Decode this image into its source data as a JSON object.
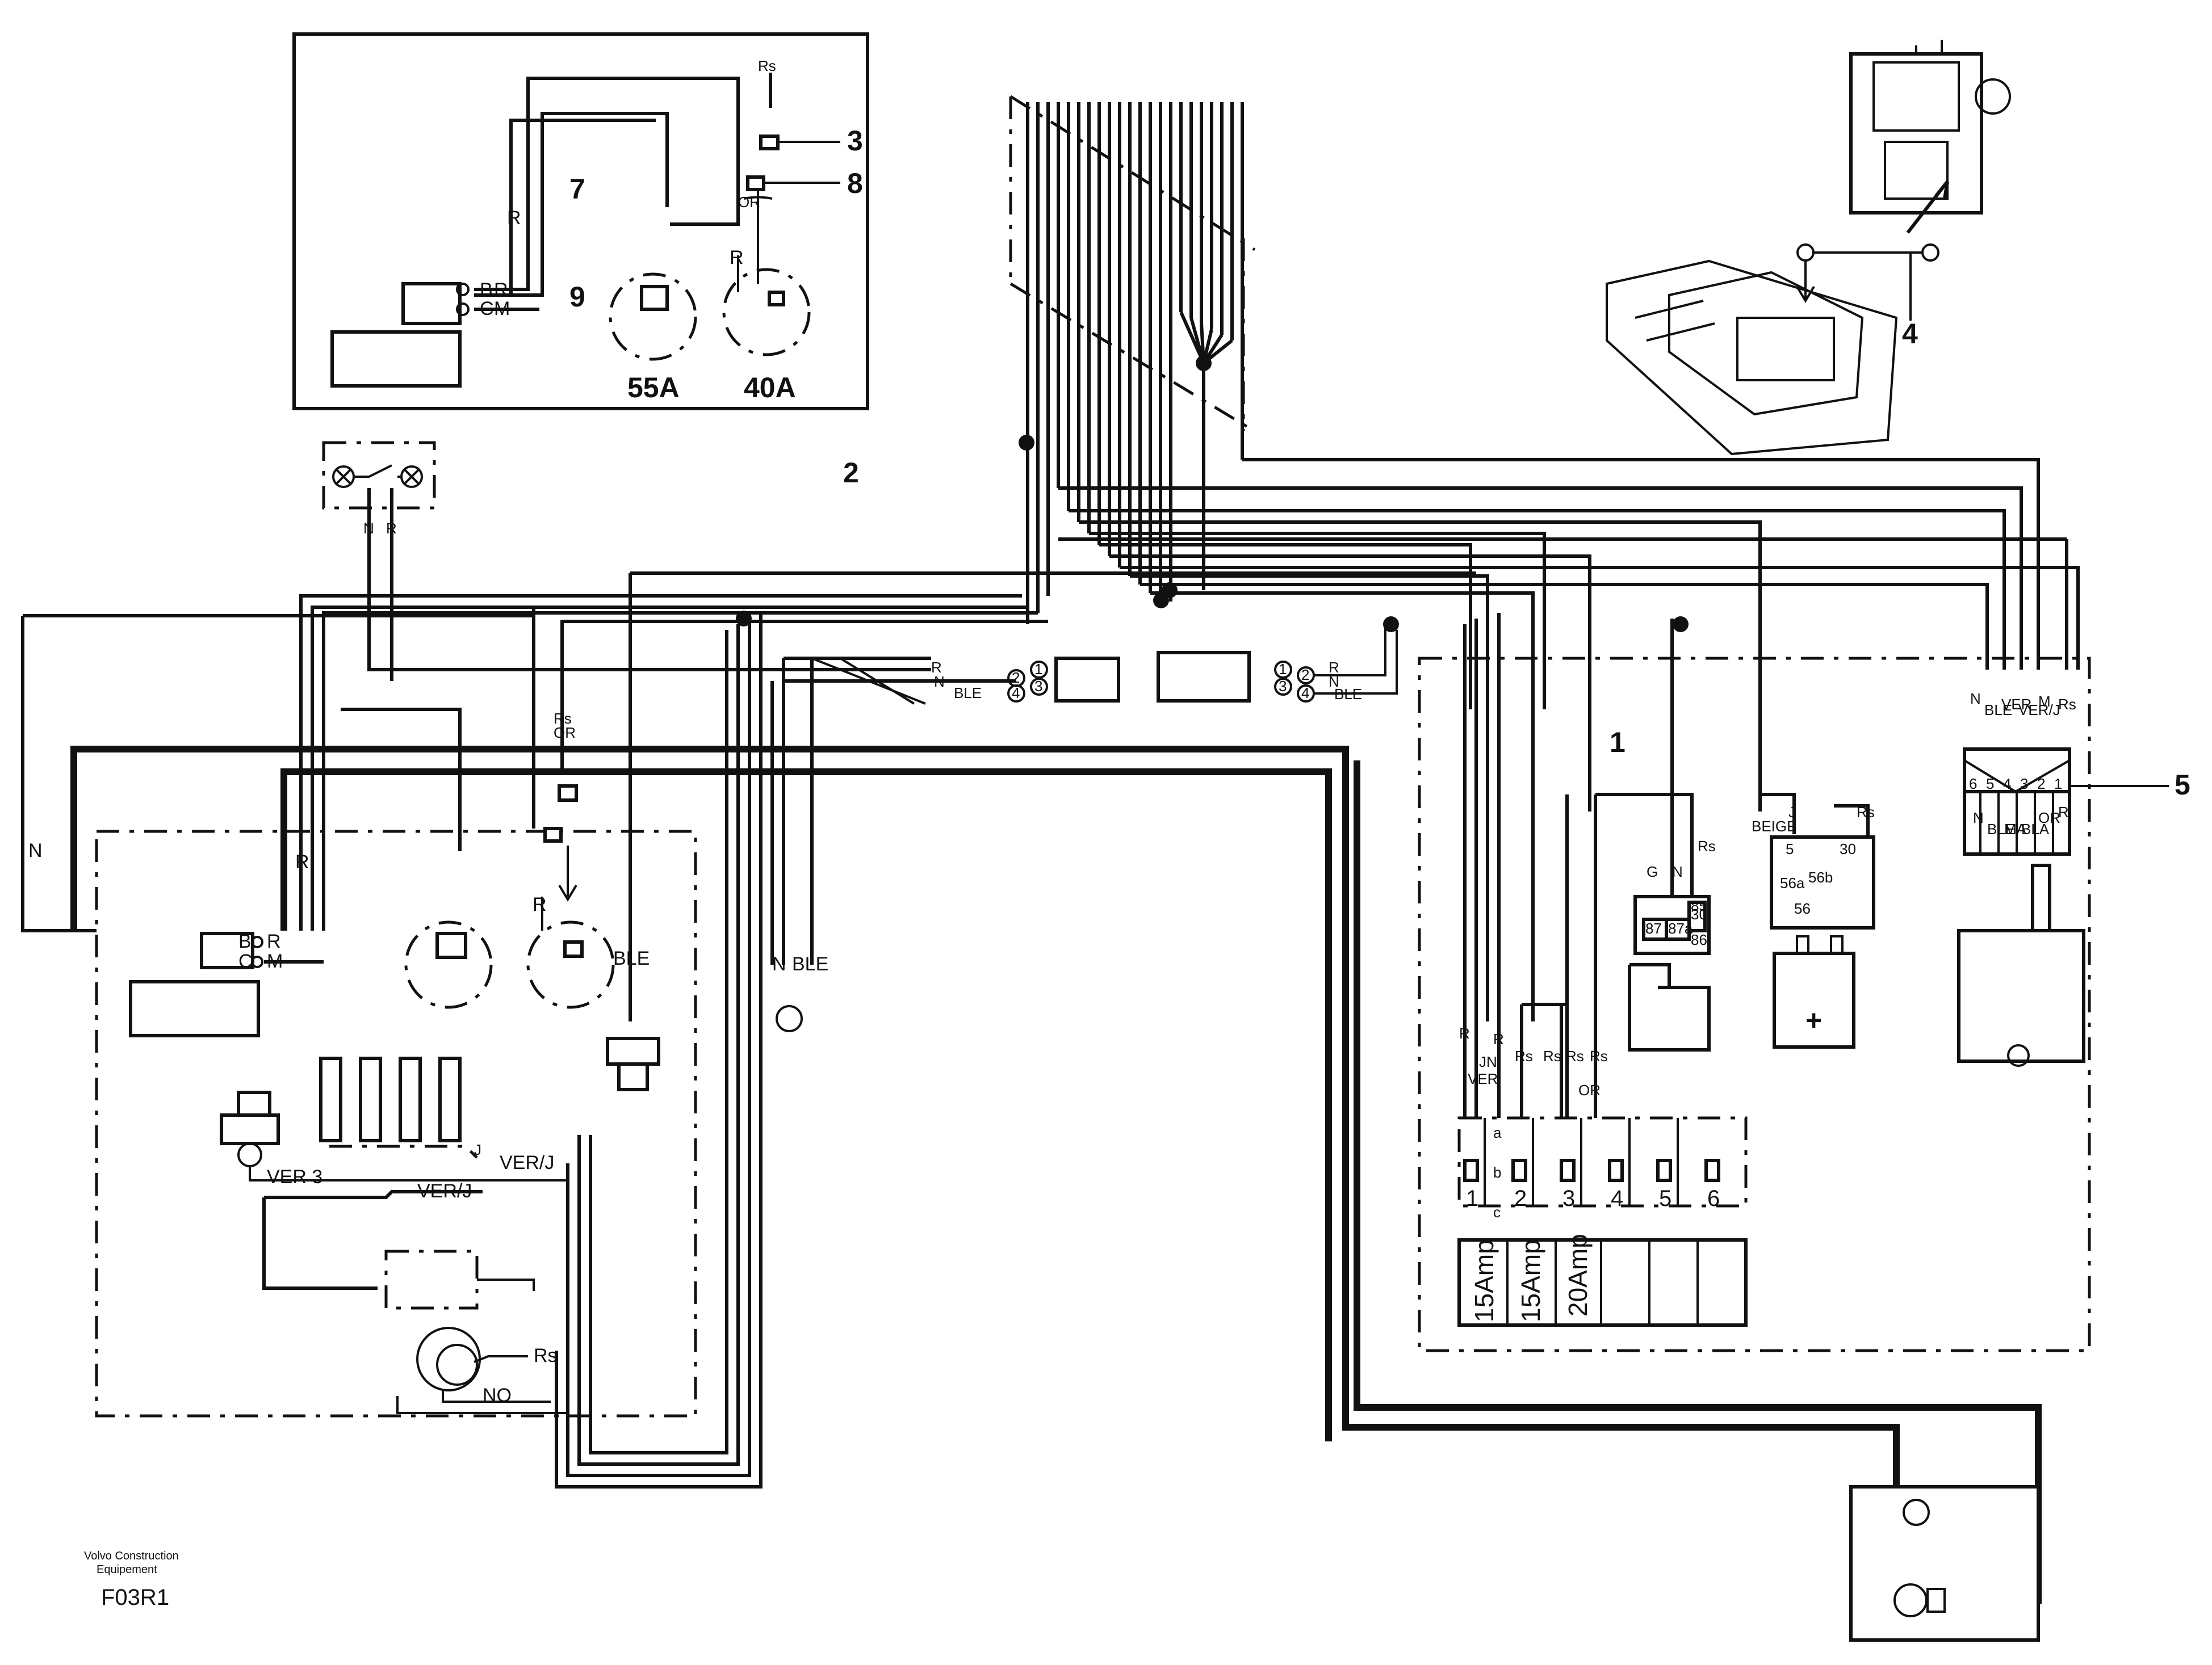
{
  "callouts": {
    "c1": "1",
    "c2": "2",
    "c3": "3",
    "c4": "4",
    "c5": "5",
    "c7": "7",
    "c8": "8",
    "c9": "9"
  },
  "inset": {
    "fuse_55": "55A",
    "fuse_40": "40A"
  },
  "wire_labels": {
    "r": "R",
    "n": "N",
    "m": "M",
    "ble": "BLE",
    "rs": "Rs",
    "or": "OR",
    "ver": "VER",
    "ver_j": "VER/J",
    "ver_3": "VER 3",
    "no": "NO",
    "g": "G",
    "j": "J",
    "beige": "BEIGE",
    "bla": "BLA",
    "ma": "MA",
    "b": "B",
    "c": "C",
    "jn": "JN"
  },
  "connector_pins": {
    "p1": "1",
    "p2": "2",
    "p3": "3",
    "p4": "4"
  },
  "relay_terminals": {
    "t87": "87",
    "t87a": "87a",
    "t30": "30",
    "t86": "86",
    "t85": "85"
  },
  "flasher_terminals": {
    "t5": "5",
    "t30": "30",
    "t56a": "56a",
    "t56b": "56b",
    "t56": "56"
  },
  "connector5_pins": [
    "6",
    "5",
    "4",
    "3",
    "2",
    "1"
  ],
  "fuses": {
    "numbers": [
      "1",
      "2",
      "3",
      "4",
      "5",
      "6"
    ],
    "contacts": [
      "a",
      "b",
      "c"
    ],
    "ratings": [
      "15Amp",
      "15Amp",
      "20Amp",
      "",
      "",
      ""
    ]
  },
  "battery": {
    "plus": "+"
  },
  "footer": {
    "brand_line1": "Volvo Construction",
    "brand_line2": "Equipement",
    "code": "F03R1"
  }
}
